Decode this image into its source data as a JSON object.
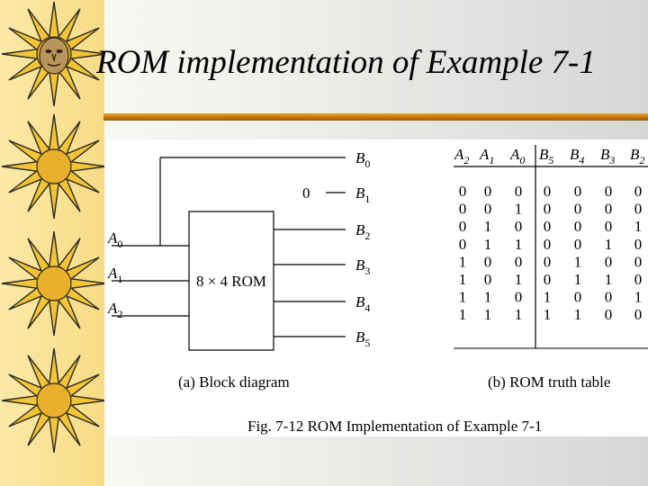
{
  "slide": {
    "title": "ROM implementation of Example 7-1"
  },
  "figure": {
    "block_diagram": {
      "rom_label": "8 × 4 ROM",
      "inputs": [
        {
          "name": "A",
          "sub": "0"
        },
        {
          "name": "A",
          "sub": "1"
        },
        {
          "name": "A",
          "sub": "2"
        }
      ],
      "outputs": [
        {
          "name": "B",
          "sub": "0"
        },
        {
          "name": "B",
          "sub": "1"
        },
        {
          "name": "B",
          "sub": "2"
        },
        {
          "name": "B",
          "sub": "3"
        },
        {
          "name": "B",
          "sub": "4"
        },
        {
          "name": "B",
          "sub": "5"
        }
      ],
      "constant_zero": "0",
      "caption": "(a) Block diagram"
    },
    "truth_table": {
      "headers": [
        {
          "name": "A",
          "sub": "2"
        },
        {
          "name": "A",
          "sub": "1"
        },
        {
          "name": "A",
          "sub": "0"
        },
        {
          "name": "B",
          "sub": "5"
        },
        {
          "name": "B",
          "sub": "4"
        },
        {
          "name": "B",
          "sub": "3"
        },
        {
          "name": "B",
          "sub": "2"
        }
      ],
      "rows": [
        [
          "0",
          "0",
          "0",
          "0",
          "0",
          "0",
          "0"
        ],
        [
          "0",
          "0",
          "1",
          "0",
          "0",
          "0",
          "0"
        ],
        [
          "0",
          "1",
          "0",
          "0",
          "0",
          "0",
          "1"
        ],
        [
          "0",
          "1",
          "1",
          "0",
          "0",
          "1",
          "0"
        ],
        [
          "1",
          "0",
          "0",
          "0",
          "1",
          "0",
          "0"
        ],
        [
          "1",
          "0",
          "1",
          "0",
          "1",
          "1",
          "0"
        ],
        [
          "1",
          "1",
          "0",
          "1",
          "0",
          "0",
          "1"
        ],
        [
          "1",
          "1",
          "1",
          "1",
          "1",
          "0",
          "0"
        ]
      ],
      "caption": "(b) ROM truth table"
    },
    "caption": "Fig. 7-12  ROM Implementation of Example 7-1"
  },
  "decoration": {
    "icon": "sun-face-icon",
    "accent_color": "#c2760d",
    "band_color": "#f8dc86"
  }
}
